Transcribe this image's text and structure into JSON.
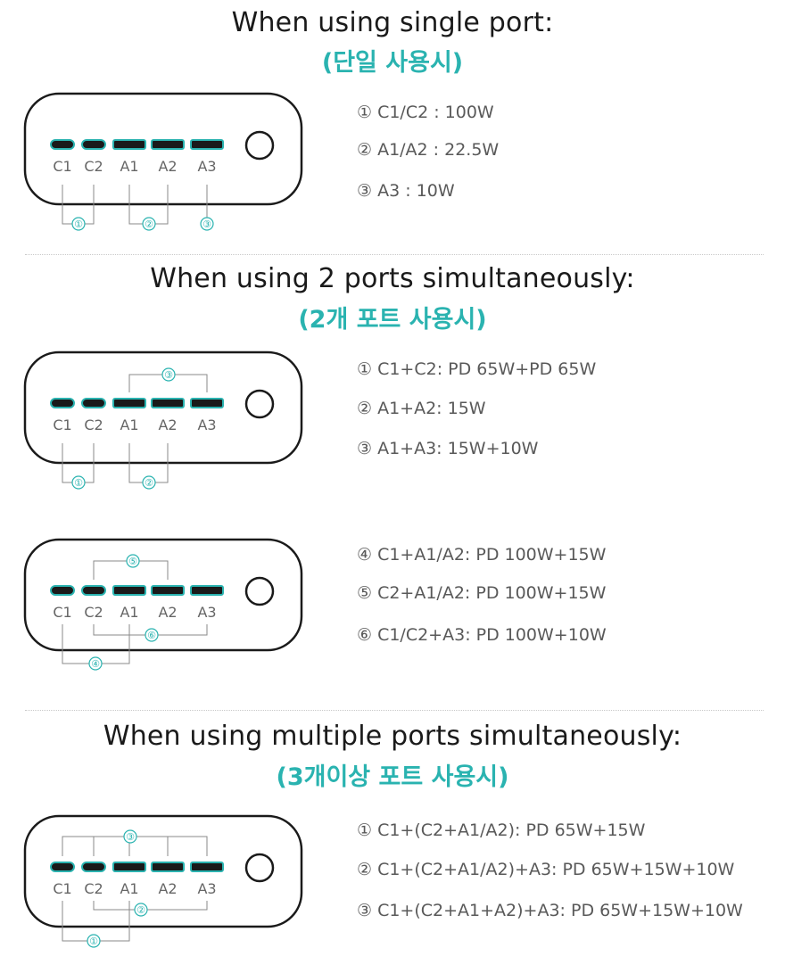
{
  "colors": {
    "accent": "#2ab3b0",
    "text": "#1a1a1a",
    "muted": "#595959",
    "line": "#8a8a8a"
  },
  "ports": [
    "C1",
    "C2",
    "A1",
    "A2",
    "A3"
  ],
  "sections": [
    {
      "title": "When using single port:",
      "subtitle": "(단일 사용시)",
      "specs": [
        "① C1/C2 : 100W",
        "② A1/A2 : 22.5W",
        "③ A3 : 10W"
      ]
    },
    {
      "title": "When using 2 ports simultaneously:",
      "subtitle": "(2개 포트 사용시)",
      "specs": [
        "① C1+C2:  PD 65W+PD 65W",
        "② A1+A2:  15W",
        "③ A1+A3:  15W+10W"
      ],
      "specs2": [
        "④ C1+A1/A2:  PD 100W+15W",
        "⑤ C2+A1/A2:  PD 100W+15W",
        "⑥ C1/C2+A3:  PD 100W+10W"
      ]
    },
    {
      "title": "When using multiple ports simultaneously:",
      "subtitle": "(3개이상 포트 사용시)",
      "specs": [
        "① C1+(C2+A1/A2):  PD 65W+15W",
        "② C1+(C2+A1/A2)+A3:  PD 65W+15W+10W",
        "③ C1+(C2+A1+A2)+A3:  PD 65W+15W+10W"
      ]
    }
  ],
  "markers": {
    "d1": [
      "①",
      "②",
      "③"
    ],
    "d2": [
      "③",
      "①",
      "②"
    ],
    "d3": [
      "⑤",
      "⑥",
      "④"
    ],
    "d4": [
      "③",
      "②",
      "①"
    ]
  }
}
